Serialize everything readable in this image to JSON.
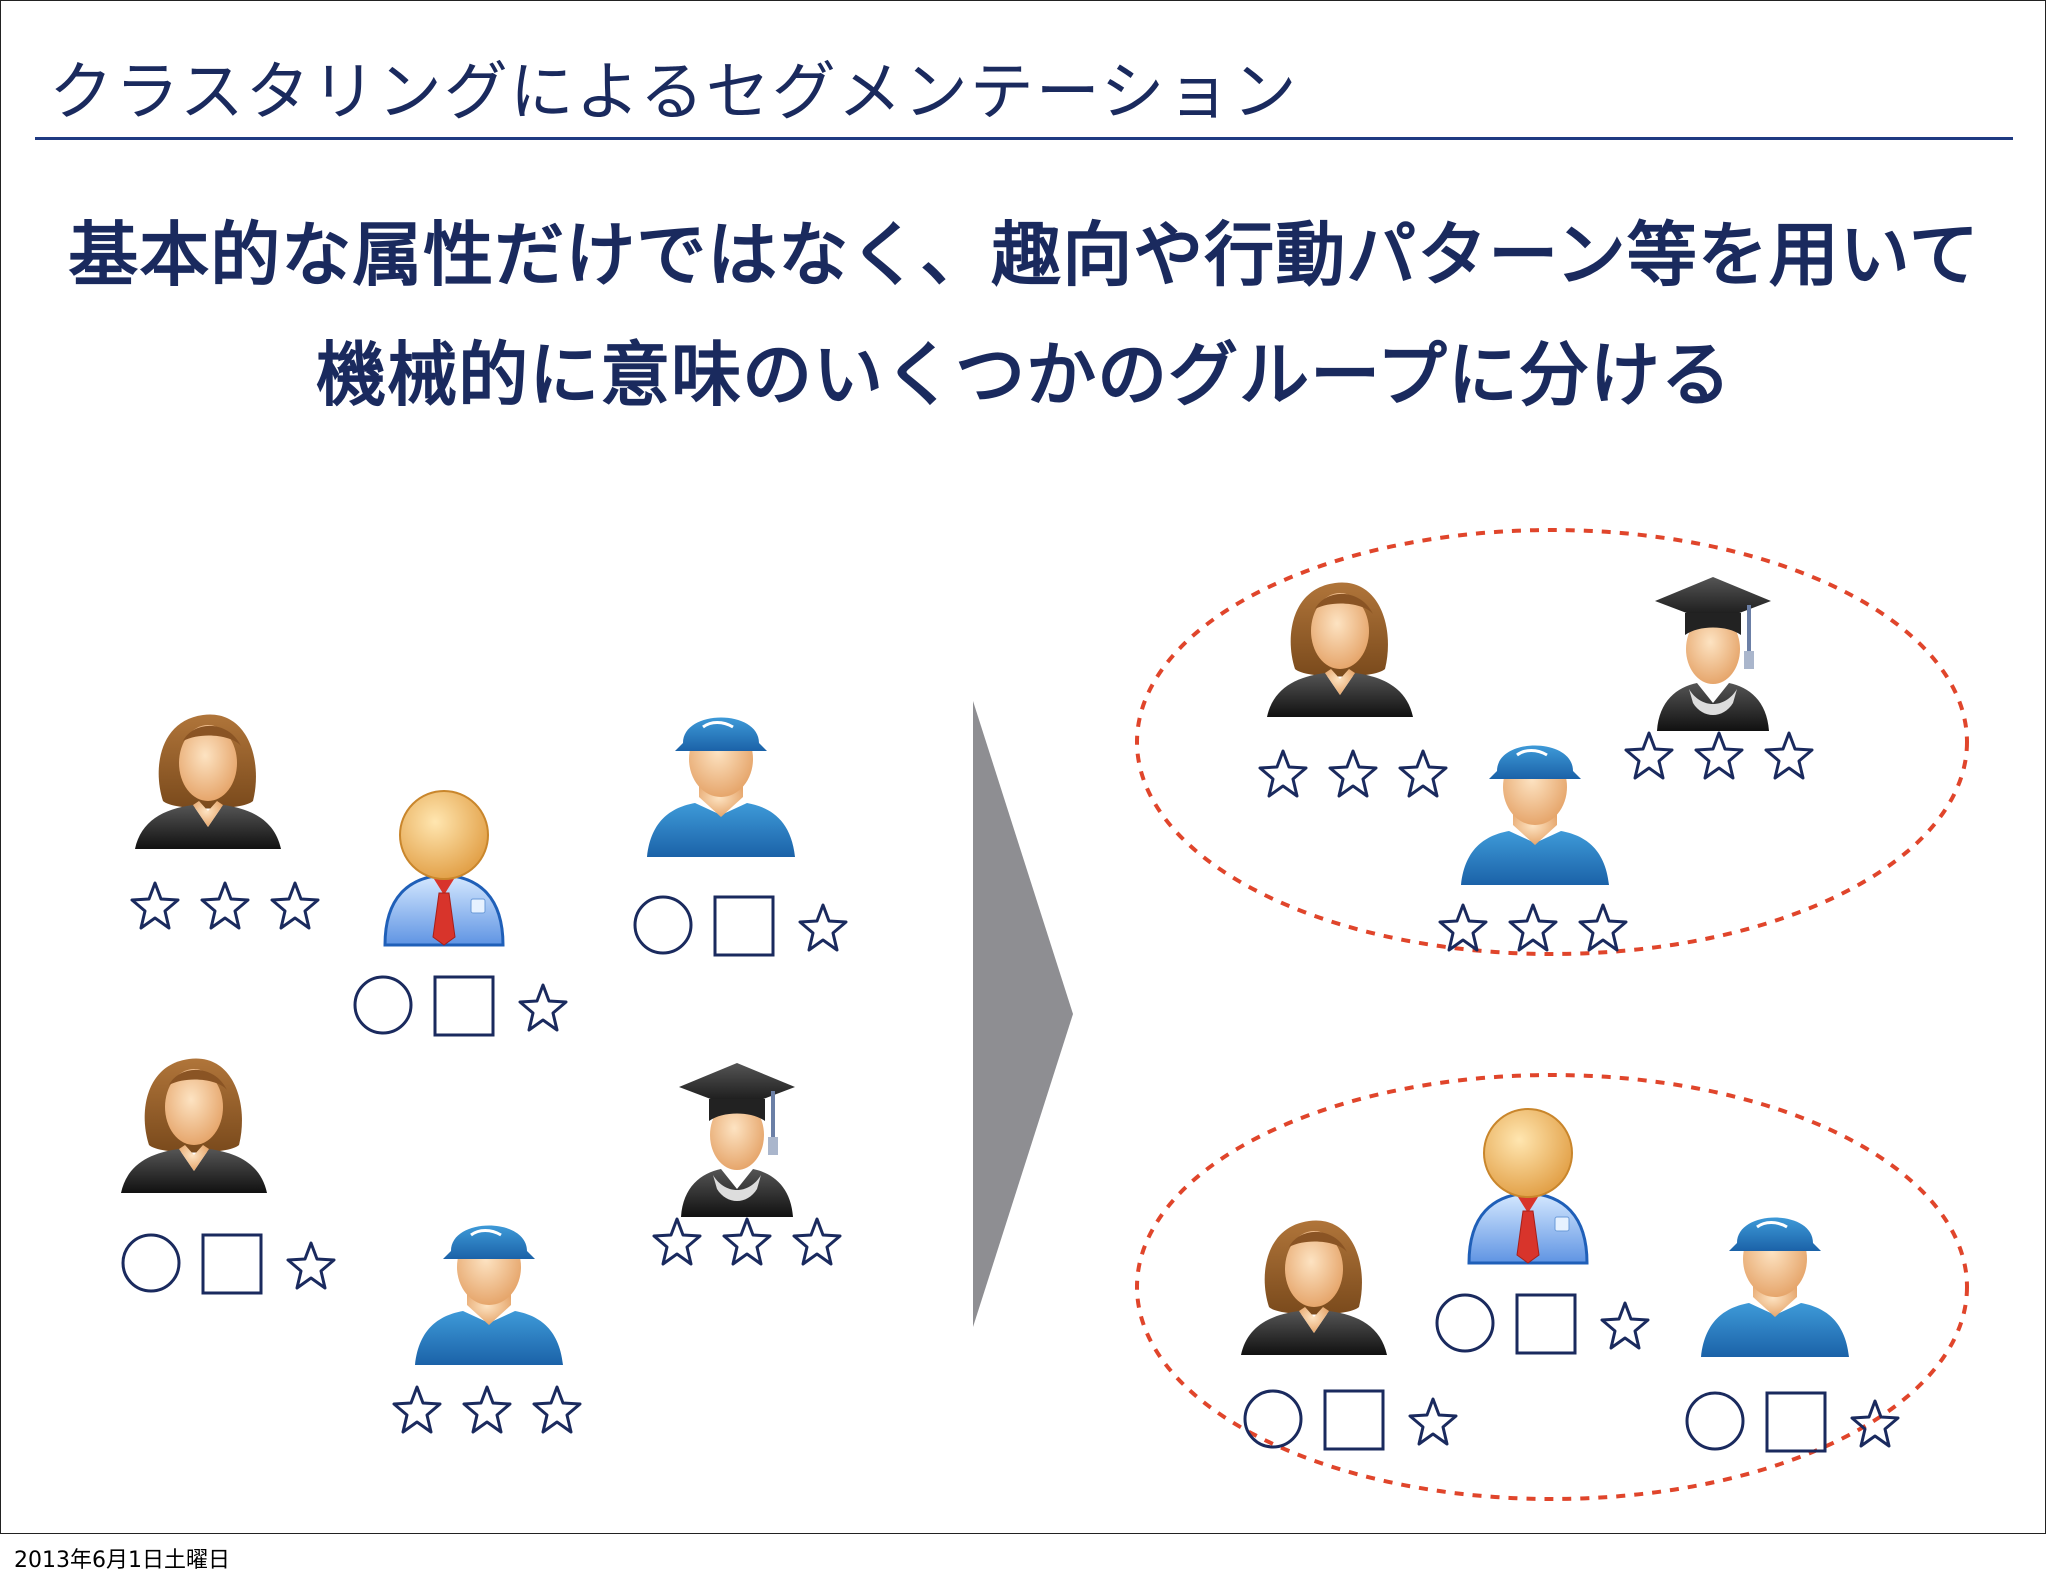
{
  "slide": {
    "title": "クラスタリングによるセグメンテーション",
    "headline_line1": "基本的な属性だけではなく、趣向や行動パターン等を用いて",
    "headline_line2": "機械的に意味のいくつかのグループに分ける",
    "footer_date": "2013年6月1日土曜日"
  },
  "colors": {
    "title_text": "#1a2a5e",
    "rule": "#1f3a82",
    "symbol_stroke": "#1a2a5e",
    "cluster_outline": "#e0452b",
    "arrow": "#8e8e92"
  },
  "icons": [
    "woman-icon",
    "businessman-icon",
    "worker-icon",
    "graduate-icon"
  ],
  "left_people": [
    {
      "type": "woman",
      "attributes": "star-star-star"
    },
    {
      "type": "businessman",
      "attributes": "circle-square-star"
    },
    {
      "type": "worker",
      "attributes": "circle-square-star"
    },
    {
      "type": "woman",
      "attributes": "circle-square-star"
    },
    {
      "type": "graduate",
      "attributes": "star-star-star"
    },
    {
      "type": "worker",
      "attributes": "star-star-star"
    }
  ],
  "clusters": [
    {
      "members": [
        {
          "type": "woman",
          "attributes": "star-star-star"
        },
        {
          "type": "graduate",
          "attributes": "star-star-star"
        },
        {
          "type": "worker",
          "attributes": "star-star-star"
        }
      ]
    },
    {
      "members": [
        {
          "type": "businessman",
          "attributes": "circle-square-star"
        },
        {
          "type": "woman",
          "attributes": "circle-square-star"
        },
        {
          "type": "worker",
          "attributes": "circle-square-star"
        }
      ]
    }
  ]
}
